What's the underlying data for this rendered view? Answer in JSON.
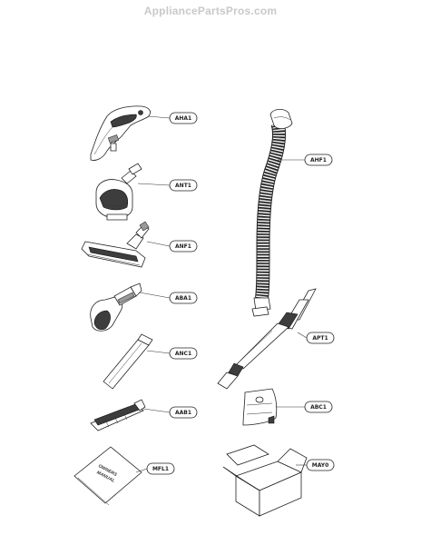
{
  "site": {
    "name": "AppliancePartsPros.com"
  },
  "parts": [
    {
      "code": "AHA1"
    },
    {
      "code": "ANT1"
    },
    {
      "code": "ANF1"
    },
    {
      "code": "ABA1"
    },
    {
      "code": "ANC1"
    },
    {
      "code": "AAB1"
    },
    {
      "code": "MFL1"
    },
    {
      "code": "AHF1"
    },
    {
      "code": "APT1"
    },
    {
      "code": "ABC1"
    },
    {
      "code": "MAY0"
    }
  ],
  "manual": {
    "line1": "OWNERS",
    "line2": "MANUAL"
  }
}
